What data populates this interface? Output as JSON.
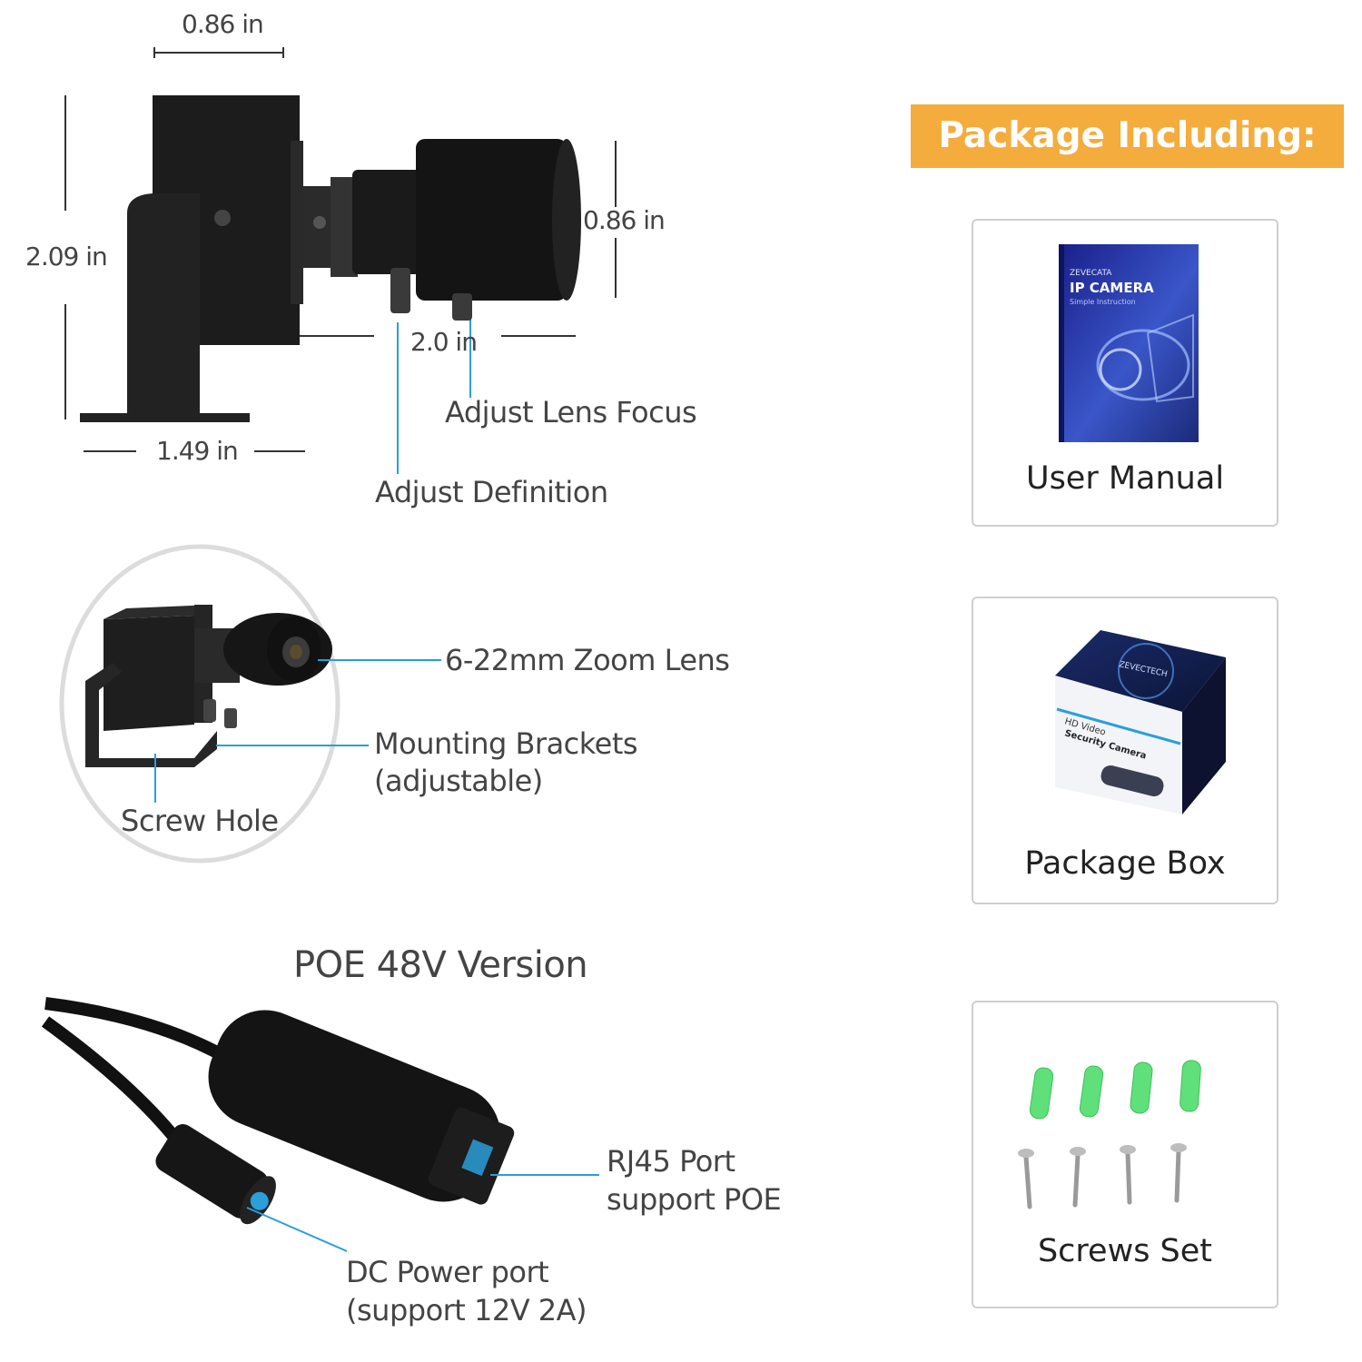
{
  "dimensions": {
    "top_width": "0.86 in",
    "height": "2.09 in",
    "lens_diameter": "0.86 in",
    "lens_length": "2.0 in",
    "base_width": "1.49 in"
  },
  "callouts": {
    "adjust_focus": "Adjust Lens Focus",
    "adjust_definition": "Adjust Definition",
    "zoom_lens": "6-22mm Zoom Lens",
    "brackets_line1": "Mounting Brackets",
    "brackets_line2": "(adjustable)",
    "screw_hole": "Screw Hole",
    "rj45_line1": "RJ45 Port",
    "rj45_line2": "support POE",
    "dc_line1": "DC Power port",
    "dc_line2": "(support 12V 2A)"
  },
  "poe_title": "POE 48V Version",
  "package": {
    "header": "Package Including:",
    "items": [
      {
        "label": "User Manual",
        "icon": "user-manual-image",
        "manual_brand": "ZEVECATA",
        "manual_title": "IP CAMERA",
        "manual_sub": "Simple Instruction"
      },
      {
        "label": "Package Box",
        "icon": "package-box-image",
        "box_brand": "ZEVECTECH",
        "box_text1": "HD Video",
        "box_text2": "Security Camera"
      },
      {
        "label": "Screws Set",
        "icon": "screws-set-image"
      }
    ]
  },
  "colors": {
    "accent_orange": "#f4ac3c",
    "callout_line_blue": "#2a9fd8",
    "anchor_green": "#5fe07a"
  }
}
